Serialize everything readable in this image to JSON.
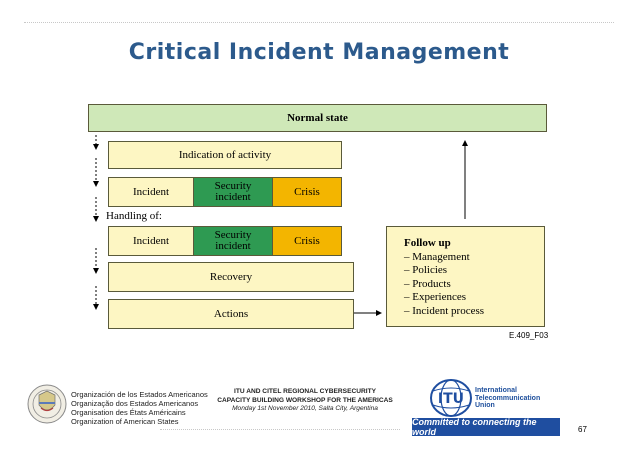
{
  "slide": {
    "title": "Critical Incident Management",
    "page_number": "67"
  },
  "diagram": {
    "normal_state": "Normal state",
    "indication": "Indication of activity",
    "row1": {
      "incident": "Incident",
      "security": "Security incident",
      "crisis": "Crisis"
    },
    "handling_label": "Handling of:",
    "row2": {
      "incident": "Incident",
      "security": "Security incident",
      "crisis": "Crisis"
    },
    "recovery": "Recovery",
    "actions": "Actions",
    "follow_up": {
      "title": "Follow up",
      "items": [
        "– Management",
        "– Policies",
        "– Products",
        "– Experiences",
        "– Incident process"
      ]
    },
    "code": "E.409_F03",
    "colors": {
      "cream": "#fdf6c3",
      "green": "#2e9a52",
      "orange": "#f3b500",
      "normal": "#cfe8b8"
    }
  },
  "footer": {
    "oas": [
      "Organización de los Estados Americanos",
      "Organização dos Estados Americanos",
      "Organisation des États Américains",
      "Organization of American States"
    ],
    "workshop_line1": "ITU AND CITEL REGIONAL CYBERSECURITY",
    "workshop_line2": "CAPACITY BUILDING WORKSHOP FOR THE AMERICAS",
    "workshop_line3": "Monday 1st November 2010, Salta City, Argentina",
    "itu_logo_text": "ITU",
    "itu_name": [
      "International",
      "Telecommunication",
      "Union"
    ],
    "itu_slogan": "Committed to connecting the world"
  }
}
